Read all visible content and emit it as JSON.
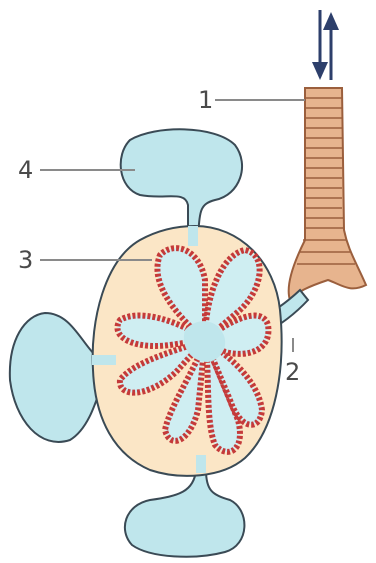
{
  "labels": {
    "one": "1",
    "two": "2",
    "three": "3",
    "four": "4"
  },
  "colors": {
    "background": "#ffffff",
    "sac_fill": "#bfe6ec",
    "sac_stroke": "#3a4a55",
    "gland_fill": "#fbe6c6",
    "gland_stroke": "#3a4a55",
    "lobule_fill": "#cfeef2",
    "lobule_stroke": "#c43a3a",
    "trachea_fill": "#e7b48e",
    "trachea_ring": "#9b5f3d",
    "arrow": "#2d3f6b",
    "label_text": "#4a4a4a",
    "leader_line": "#8a8a8a"
  }
}
